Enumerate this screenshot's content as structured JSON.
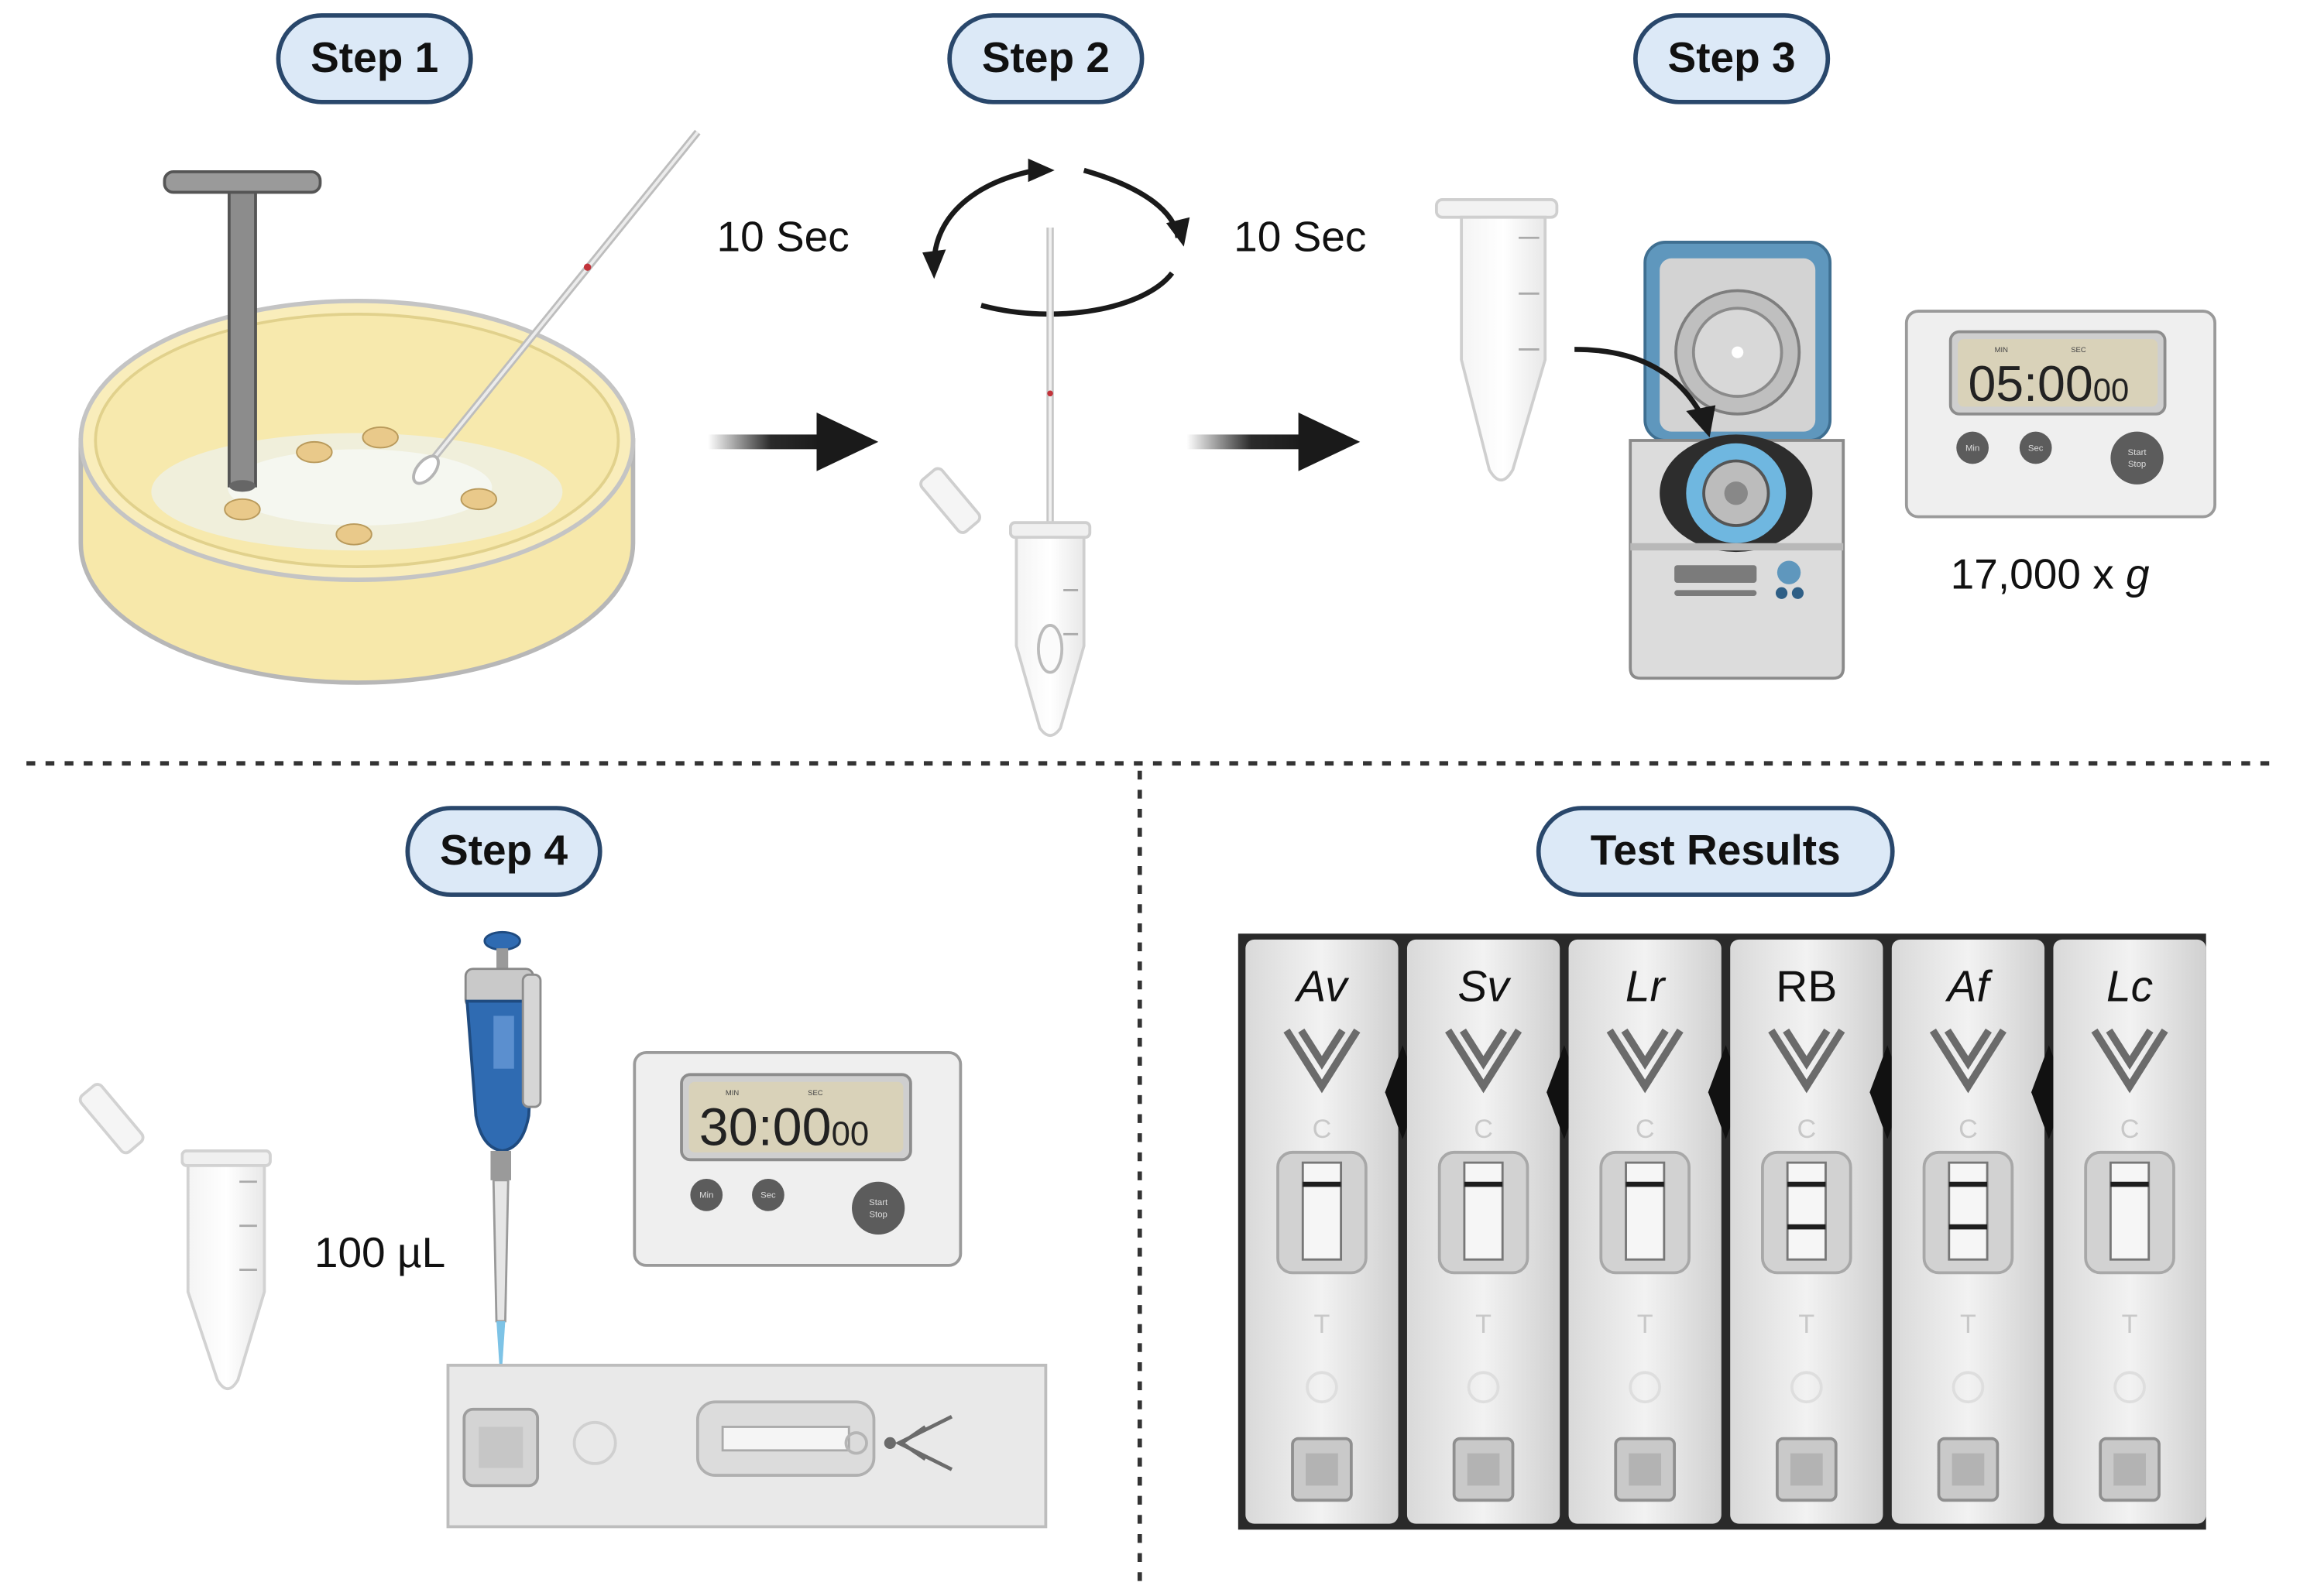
{
  "steps": [
    {
      "label": "Step 1"
    },
    {
      "label": "Step 2"
    },
    {
      "label": "Step 3"
    },
    {
      "label": "Step 4"
    }
  ],
  "results_title": "Test Results",
  "step1_to_2_time": "10 Sec",
  "step2_to_3_time": "10 Sec",
  "centrifuge_speed_value": "17,000 x",
  "centrifuge_speed_unit": "g",
  "pipette_volume": "100 µL",
  "timer_step3": {
    "display_main": "05:00",
    "display_small": "00",
    "min_label": "MIN",
    "sec_label": "SEC",
    "btn_min": "Min",
    "btn_sec": "Sec",
    "btn_start": "Start",
    "btn_stop": "Stop"
  },
  "timer_step4": {
    "display_main": "30:00",
    "display_small": "00",
    "min_label": "MIN",
    "sec_label": "SEC",
    "btn_min": "Min",
    "btn_sec": "Sec",
    "btn_start": "Start",
    "btn_stop": "Stop"
  },
  "test_strips": [
    {
      "label": "Av",
      "italic": true,
      "c_line": true,
      "t_line": false
    },
    {
      "label": "Sv",
      "italic": true,
      "c_line": true,
      "t_line": false
    },
    {
      "label": "Lr",
      "italic": true,
      "c_line": true,
      "t_line": false
    },
    {
      "label": "RB",
      "italic": false,
      "c_line": true,
      "t_line": true
    },
    {
      "label": "Af",
      "italic": true,
      "c_line": true,
      "t_line": true
    },
    {
      "label": "Lc",
      "italic": true,
      "c_line": true,
      "t_line": false
    }
  ],
  "strip_marks": {
    "c": "C",
    "t": "T"
  },
  "colors": {
    "pill_fill": "#dce9f7",
    "pill_border": "#29476b",
    "agar": "#f6e7a4",
    "centrifuge_lid": "#5f97bd",
    "pipette": "#2f6bb2"
  }
}
